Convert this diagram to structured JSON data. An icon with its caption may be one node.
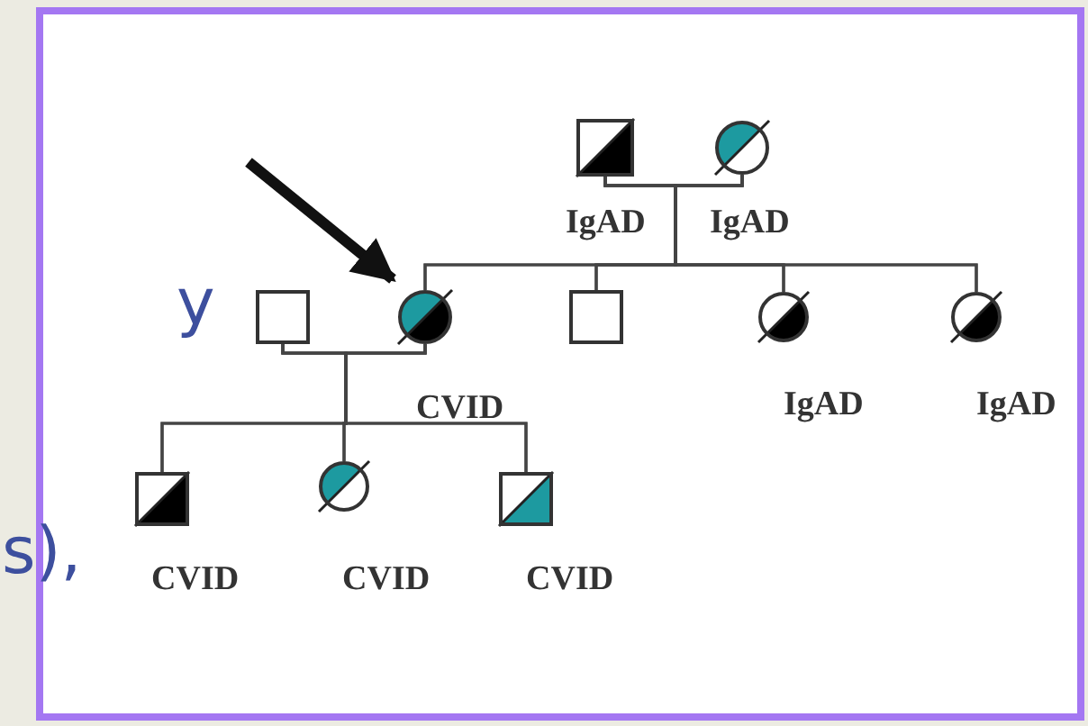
{
  "diagram": {
    "nodes": [
      {
        "text": [],
        "shape": "square"
      },
      {
        "text": [],
        "shape": "circle"
      },
      {
        "text": [],
        "shape": "square"
      },
      {
        "text": [],
        "shape": "circle",
        "beside": [
          "CVID"
        ]
      },
      {
        "text": [],
        "shape": "square"
      },
      {
        "text": [],
        "shape": "circle",
        "beside": [
          "IgAD"
        ]
      },
      {
        "text": [],
        "shape": "circle",
        "beside": [
          "IgAD"
        ]
      },
      {
        "text": [],
        "shape": "square",
        "beside": [
          "CVID"
        ]
      },
      {
        "text": [],
        "shape": "circle",
        "beside": [
          "CVID"
        ]
      },
      {
        "text": [],
        "shape": "square",
        "beside": [
          "CVID"
        ]
      }
    ],
    "edges": [
      {
        "from": 0,
        "to": 1,
        "arrow": "none"
      },
      {
        "from": 0,
        "to": 3,
        "arrow": "none"
      },
      {
        "from": 1,
        "to": 3,
        "arrow": "none"
      },
      {
        "from": 0,
        "to": 4,
        "arrow": "none"
      },
      {
        "from": 1,
        "to": 4,
        "arrow": "none"
      },
      {
        "from": 0,
        "to": 5,
        "arrow": "none"
      },
      {
        "from": 1,
        "to": 5,
        "arrow": "none"
      },
      {
        "from": 0,
        "to": 6,
        "arrow": "none"
      },
      {
        "from": 1,
        "to": 6,
        "arrow": "none"
      },
      {
        "from": 2,
        "to": 3,
        "arrow": "none"
      },
      {
        "from": 2,
        "to": 7,
        "arrow": "none"
      },
      {
        "from": 3,
        "to": 7,
        "arrow": "none"
      },
      {
        "from": 2,
        "to": 8,
        "arrow": "none"
      },
      {
        "from": 3,
        "to": 8,
        "arrow": "none"
      },
      {
        "from": 2,
        "to": 9,
        "arrow": "none"
      },
      {
        "from": 3,
        "to": 9,
        "arrow": "none"
      },
      {
        "from": null,
        "to": 3,
        "arrow": "to",
        "style": "thick"
      }
    ],
    "labels": [
      "IgAD",
      "IgAD",
      "y",
      "s),"
    ]
  }
}
